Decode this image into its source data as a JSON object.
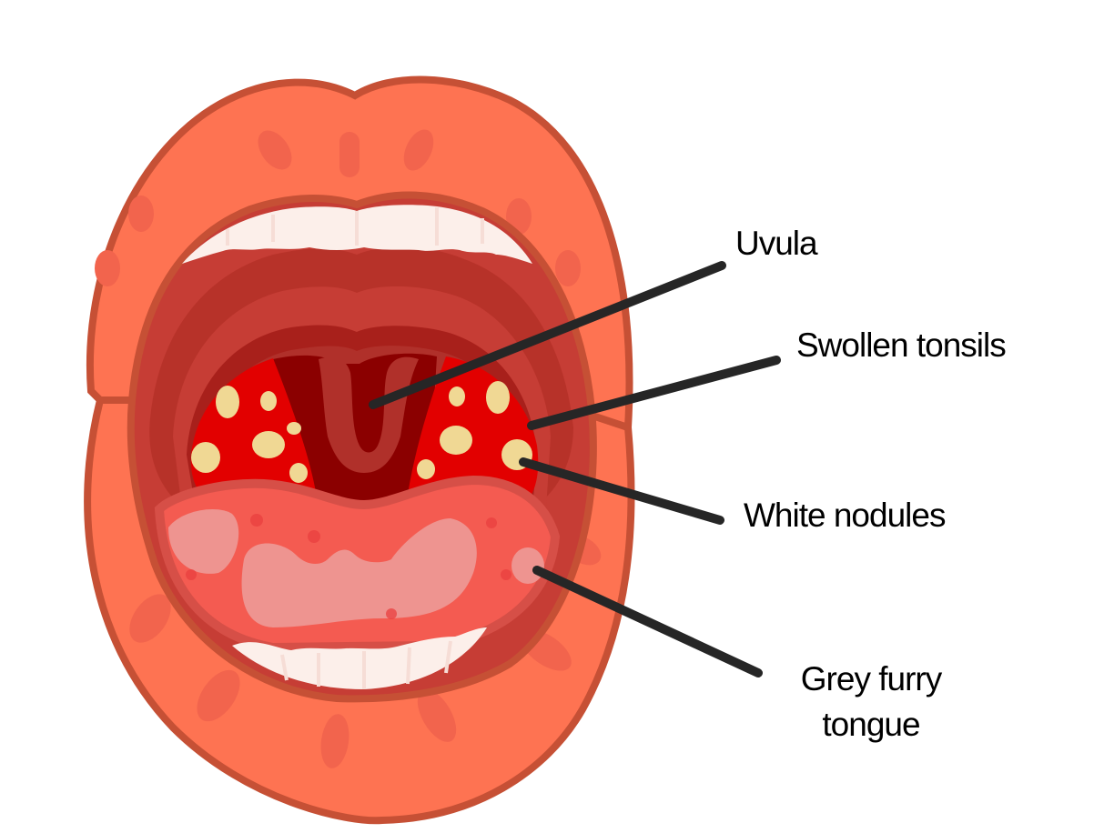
{
  "diagram": {
    "subject": "Open mouth showing tonsillitis symptoms",
    "colors": {
      "lip": "#fe7352",
      "lip_outline": "#c65035",
      "lip_spot": "#f2644d",
      "teeth": "#fcefea",
      "teeth_shade": "#f6ddd6",
      "throat_outer": "#c63d35",
      "throat_mid": "#b73229",
      "throat_inner": "#a8201b",
      "throat_deep": "#8b0000",
      "tonsil": "#e20000",
      "nodule": "#f0d894",
      "tongue": "#f45b51",
      "tongue_coating": "#ee9490",
      "leader_line": "#262626"
    },
    "labels": [
      {
        "id": "uvula",
        "text": "Uvula"
      },
      {
        "id": "swollen-tonsils",
        "text": "Swollen tonsils"
      },
      {
        "id": "white-nodules",
        "text": "White nodules"
      },
      {
        "id": "grey-furry-tongue",
        "line1": "Grey furry",
        "line2": "tongue"
      }
    ]
  }
}
